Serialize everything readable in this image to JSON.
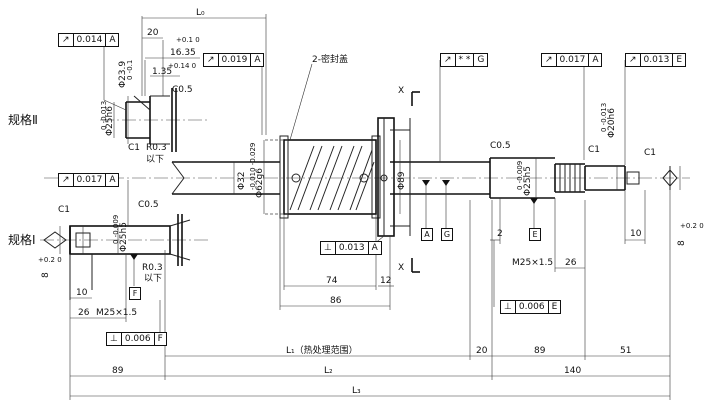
{
  "labels": {
    "spec2": "规格Ⅱ",
    "spec1": "规格Ⅰ",
    "seal_note": "2-密封盖",
    "section_x_top": "X",
    "section_x_bottom": "X",
    "below_1": "以下",
    "below_2": "以下"
  },
  "dims": {
    "L0": "L₀",
    "L1": "L₁（热处理范围）",
    "L2": "L₂",
    "L3": "L₃",
    "d20_top": "20",
    "d1635": "16.35",
    "d1635_tol": "+0.1 0",
    "d135": "1.35",
    "d135_tol": "+0.14 0",
    "phi239": "Φ23.9",
    "phi239_tol": "0 -0.1",
    "phi25h6_a": "Φ25h6",
    "phi25h6_a_tol": "0 -0.013",
    "c05_a": "C0.5",
    "c1_a": "C1",
    "r03_a": "R0.3",
    "phi32": "Φ32",
    "phi62g6": "Φ62g6",
    "phi62g6_tol": "-0.010 -0.029",
    "phi89": "Φ89",
    "d74": "74",
    "d86": "86",
    "d12": "12",
    "c05_b": "C0.5",
    "phi25h5": "Φ25h5",
    "phi25h5_tol": "0 -0.009",
    "phi20h6": "Φ20h6",
    "phi20h6_tol": "0 -0.013",
    "c1_b": "C1",
    "c1_c": "C1",
    "d2": "2",
    "d10_r": "10",
    "d8_r": "8",
    "d8_r_tol": "+0.2 0",
    "m25": "M25×1.5",
    "d26_r": "26",
    "d89_r": "89",
    "d51": "51",
    "d140": "140",
    "d20_mid": "20",
    "d89_l": "89",
    "c1_d": "C1",
    "c05_c": "C0.5",
    "phi25h5_l": "Φ25h5",
    "phi25h5_l_tol": "0 -0.009",
    "r03_b": "R0.3",
    "d8_l": "8",
    "d8_l_tol": "+0.2 0",
    "d10_l": "10",
    "d26_l": "26",
    "m25_l": "M25×1.5"
  },
  "frames": {
    "f1": {
      "sym": "↗",
      "val": "0.014",
      "ref": "A"
    },
    "f2": {
      "sym": "↗",
      "val": "0.019",
      "ref": "A"
    },
    "f3": {
      "sym": "↗",
      "val": "* *",
      "ref": "G"
    },
    "f4": {
      "sym": "↗",
      "val": "0.017",
      "ref": "A"
    },
    "f5": {
      "sym": "↗",
      "val": "0.013",
      "ref": "E"
    },
    "f6": {
      "sym": "↗",
      "val": "0.017",
      "ref": "A"
    },
    "f7": {
      "sym": "⊥",
      "val": "0.013",
      "ref": "A"
    },
    "f8": {
      "sym": "⊥",
      "val": "0.006",
      "ref": "E"
    },
    "f9": {
      "sym": "⊥",
      "val": "0.006",
      "ref": "F"
    }
  },
  "datums": {
    "A": "A",
    "G": "G",
    "E": "E",
    "F": "F"
  }
}
